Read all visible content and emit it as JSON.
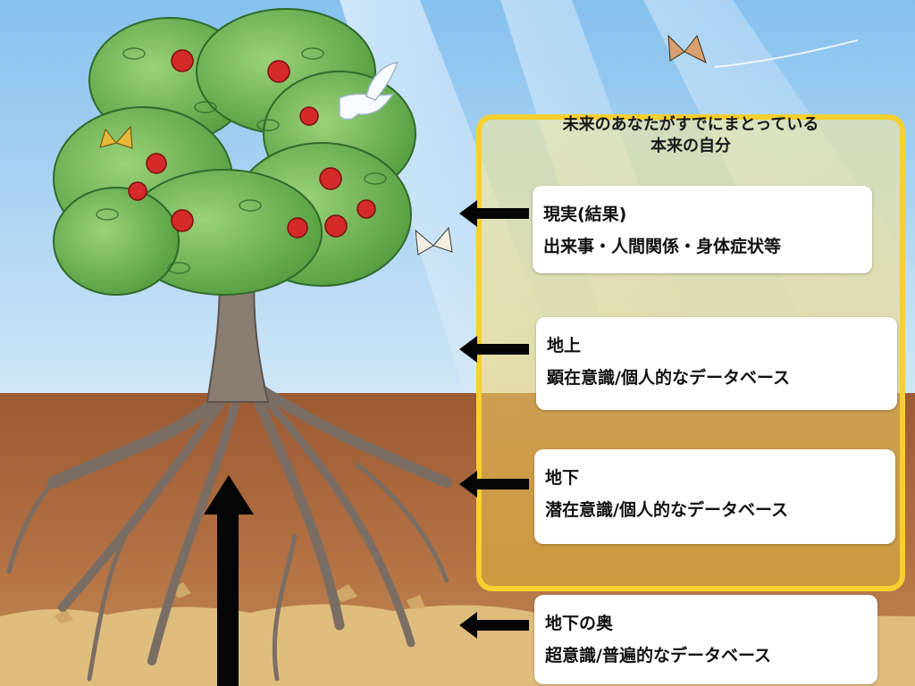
{
  "header": {
    "line1": "未来のあなたがすでにまとっている",
    "line2": "本来の自分"
  },
  "layers": [
    {
      "title": "現実(結果)",
      "detail": "出来事・人間関係・身体症状等"
    },
    {
      "title": "地上",
      "detail": "顕在意識/個人的なデータベース"
    },
    {
      "title": "地下",
      "detail": "潜在意識/個人的なデータベース"
    },
    {
      "title": "地下の奥",
      "detail": "超意識/普遍的なデータベース"
    }
  ],
  "colors": {
    "sky_top": "#8ec6f0",
    "soil_upper": "#a8643a",
    "soil_lower": "#b77a47",
    "sand": "#e0c080",
    "frame_border": "#f7cf2e",
    "foliage": "#6fb656",
    "apple": "#d42a2a"
  },
  "icons": [
    "tree-illustration",
    "apple-icon",
    "butterfly-icon",
    "dove-icon",
    "up-arrow-icon",
    "left-arrow-icon"
  ]
}
